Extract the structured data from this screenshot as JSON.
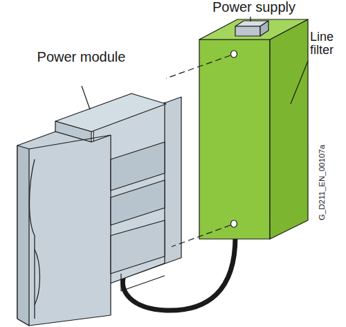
{
  "diagram": {
    "labels": [
      "Power supply",
      "Power module",
      "Line filter",
      "G_D211_EN_00107a"
    ]
  }
}
